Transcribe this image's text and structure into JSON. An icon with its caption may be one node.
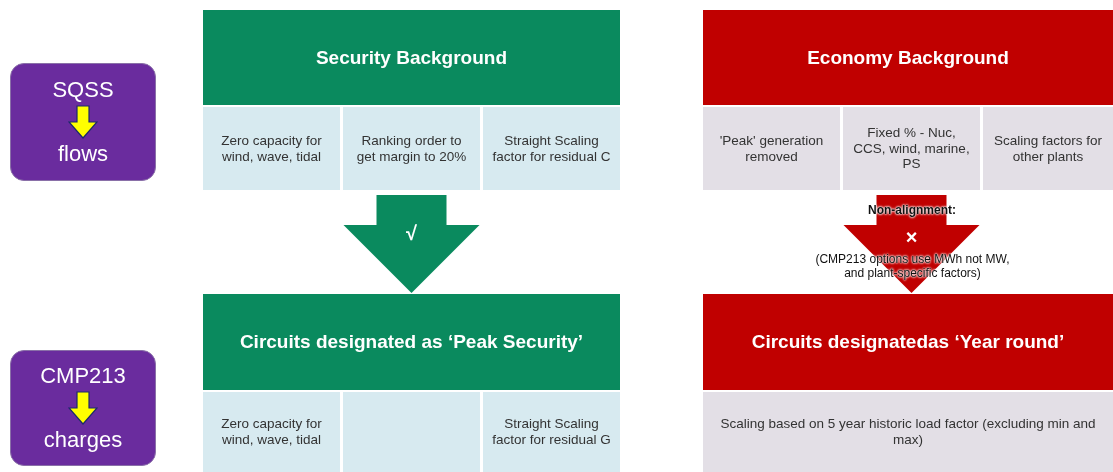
{
  "diagram": {
    "nodes": [
      {
        "text": [
          "SQSS",
          "flows"
        ]
      },
      {
        "text": [
          "CMP213",
          "charges"
        ]
      },
      {
        "text": [
          "Security Background"
        ]
      },
      {
        "text": [
          "Zero capacity for wind, wave, tidal"
        ]
      },
      {
        "text": [
          "Ranking order to get margin to 20%"
        ]
      },
      {
        "text": [
          "Straight Scaling factor for residual C"
        ]
      },
      {
        "text": [
          "Economy Background"
        ]
      },
      {
        "text": [
          "'Peak' generation removed"
        ]
      },
      {
        "text": [
          "Fixed % - Nuc, CCS, wind, marine, PS"
        ]
      },
      {
        "text": [
          "Scaling factors for other plants"
        ]
      },
      {
        "text": [
          "Circuits designated as ‘Peak Security’"
        ]
      },
      {
        "text": [
          "Zero capacity for wind, wave, tidal"
        ]
      },
      {
        "text": [],
        "shape": "box"
      },
      {
        "text": [
          "Straight Scaling factor for residual G"
        ]
      },
      {
        "text": [
          "Circuits designatedas ‘Year round’"
        ]
      },
      {
        "text": [
          "Scaling based on 5 year historic load factor (excluding min and max)"
        ]
      }
    ],
    "edges": [
      {
        "from": 4,
        "to": 10,
        "arrow": "to",
        "label": "√",
        "color": "#0a8a5e"
      },
      {
        "from": 8,
        "to": 14,
        "arrow": "to",
        "label": "×",
        "color": "#c00000"
      }
    ],
    "labels": [
      "Non-alignment:",
      "(CMP213 options use MWh not MW, and plant-specific factors)"
    ]
  }
}
